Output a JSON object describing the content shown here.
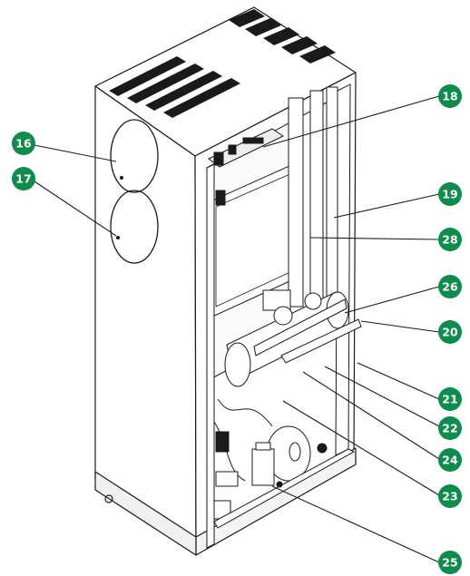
{
  "colors": {
    "badge": "#0e8c4c",
    "line": "#1a1a1a",
    "background": "#ffffff"
  },
  "callouts": [
    "16",
    "17",
    "18",
    "19",
    "28",
    "26",
    "20",
    "21",
    "22",
    "24",
    "23",
    "25"
  ]
}
